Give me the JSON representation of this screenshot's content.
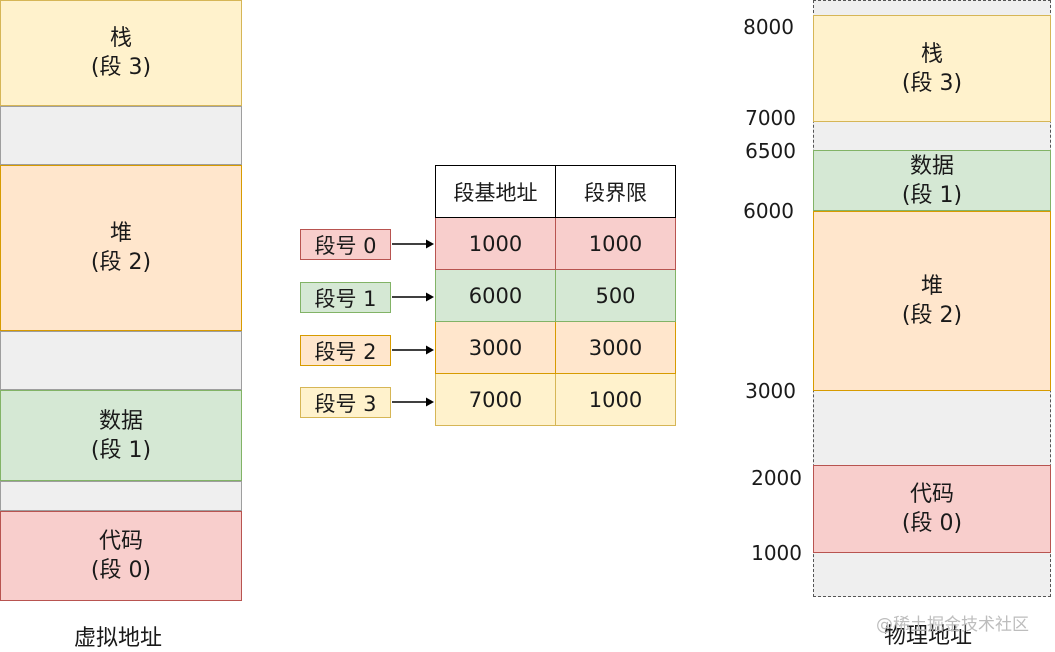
{
  "virtual": {
    "caption": "虚拟地址",
    "stack": {
      "name": "栈",
      "seg": "(段 3)"
    },
    "heap": {
      "name": "堆",
      "seg": "(段 2)"
    },
    "data": {
      "name": "数据",
      "seg": "(段 1)"
    },
    "code": {
      "name": "代码",
      "seg": "(段 0)"
    }
  },
  "table": {
    "headers": [
      "段基地址",
      "段界限"
    ],
    "rows": [
      {
        "label": "段号 0",
        "base": "1000",
        "limit": "1000"
      },
      {
        "label": "段号 1",
        "base": "6000",
        "limit": "500"
      },
      {
        "label": "段号 2",
        "base": "3000",
        "limit": "3000"
      },
      {
        "label": "段号 3",
        "base": "7000",
        "limit": "1000"
      }
    ]
  },
  "physical": {
    "caption": "物理地址",
    "stack": {
      "name": "栈",
      "seg": "(段 3)"
    },
    "data": {
      "name": "数据",
      "seg": "(段 1)"
    },
    "heap": {
      "name": "堆",
      "seg": "(段 2)"
    },
    "code": {
      "name": "代码",
      "seg": "(段 0)"
    },
    "ticks": [
      "8000",
      "7000",
      "6500",
      "6000",
      "3000",
      "2000",
      "1000"
    ]
  },
  "watermark": "@稀土掘金技术社区"
}
